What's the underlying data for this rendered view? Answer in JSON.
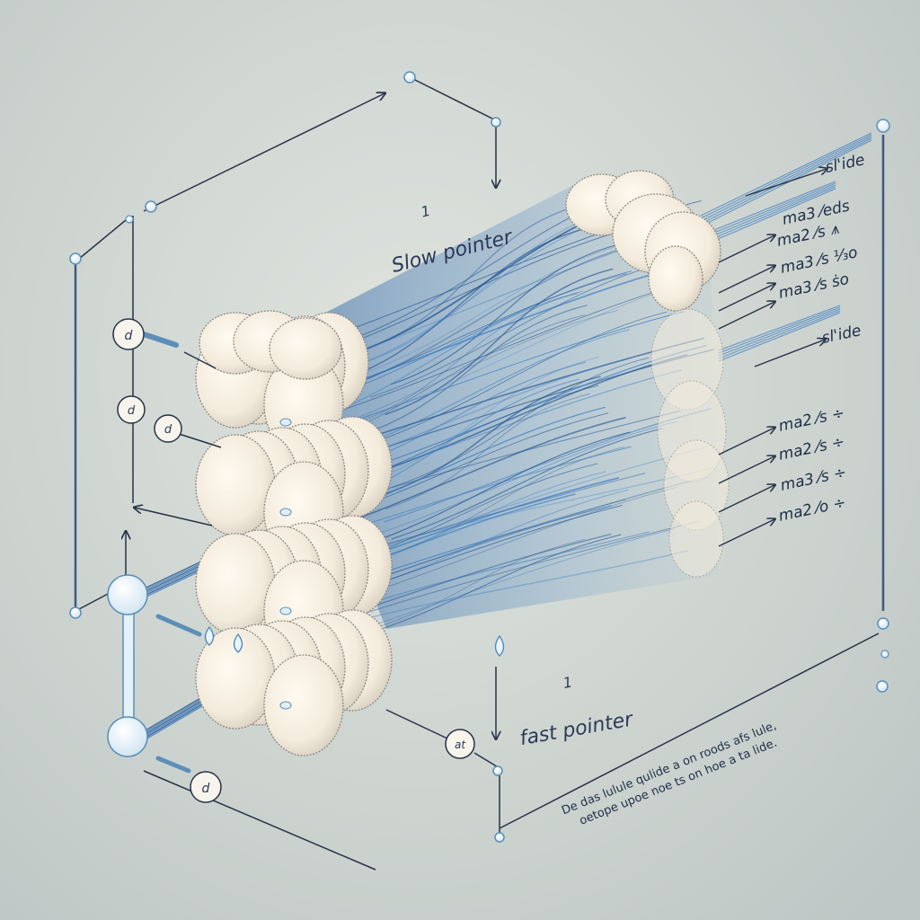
{
  "slow_pointer": {
    "number": "1",
    "label": "Slow pointer"
  },
  "fast_pointer": {
    "number": "1",
    "label": "fast pointer"
  },
  "right_labels": [
    "sl'ide",
    "ma2 ⁄s ⩚",
    "ma3 ⁄eds",
    "ma3 ⁄s ⅓o",
    "ma3 ⁄s ṡo",
    "sl'ide",
    "ma2 ⁄s ÷",
    "ma2 ⁄s ÷",
    "ma3 ⁄s ÷",
    "ma2 ⁄o ÷"
  ],
  "footnote": {
    "line1": "De das lulule qulide a on roods afs lule,",
    "line2": "oetope upoe noe ts on hoe a ta lide."
  },
  "badges": [
    "d",
    "d",
    "d",
    "at",
    "d"
  ],
  "colors": {
    "fiber": "#3f7fc2",
    "fiber_dark": "#24548f",
    "roll_fill": "#f6f0e4",
    "roll_edge": "#8d8a84",
    "line": "#273346",
    "knob": "#eef6fb",
    "knob_edge": "#5b8fb8"
  }
}
